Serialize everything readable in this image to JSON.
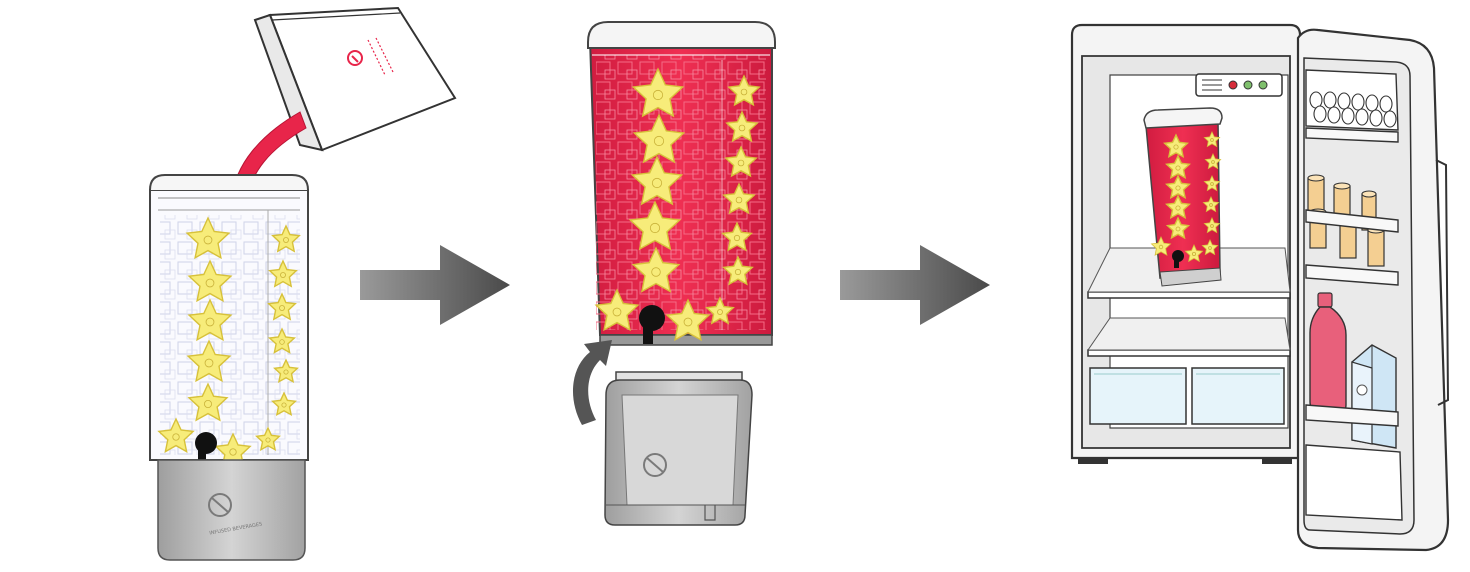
{
  "brand": {
    "logo_text": "INFUSED BEVERAGES",
    "logo_icon": "cq-logo-icon"
  },
  "steps": [
    {
      "id": "pour-mix",
      "icons": [
        "pitcher-icon",
        "dispenser-icon",
        "star-fruit-icon",
        "ice-cube-icon",
        "spigot-icon"
      ]
    },
    {
      "id": "lift-off-base",
      "icons": [
        "dispenser-icon",
        "curved-arrow-up-icon",
        "base-stand-icon"
      ]
    },
    {
      "id": "refrigerate",
      "icons": [
        "refrigerator-icon",
        "dispenser-icon",
        "egg-tray-icon",
        "can-icon",
        "bottle-icon",
        "milk-carton-icon"
      ]
    }
  ],
  "connectors": [
    "arrow-right-icon",
    "arrow-right-icon"
  ],
  "colors": {
    "juice": "#e8254a",
    "juice_dark": "#c5173a",
    "star_fruit": "#f7ec7a",
    "star_fruit_edge": "#d7c13a",
    "base_grey": "#bdbdbd",
    "arrow_grey": "#5a5a5a",
    "fridge_white": "#f1f1f1",
    "fridge_outline": "#333333",
    "can_tan": "#f4cf92",
    "bottle_pink": "#e8607b",
    "carton_blue": "#cfe6f5",
    "drawer_blue": "#e6f4fa"
  }
}
